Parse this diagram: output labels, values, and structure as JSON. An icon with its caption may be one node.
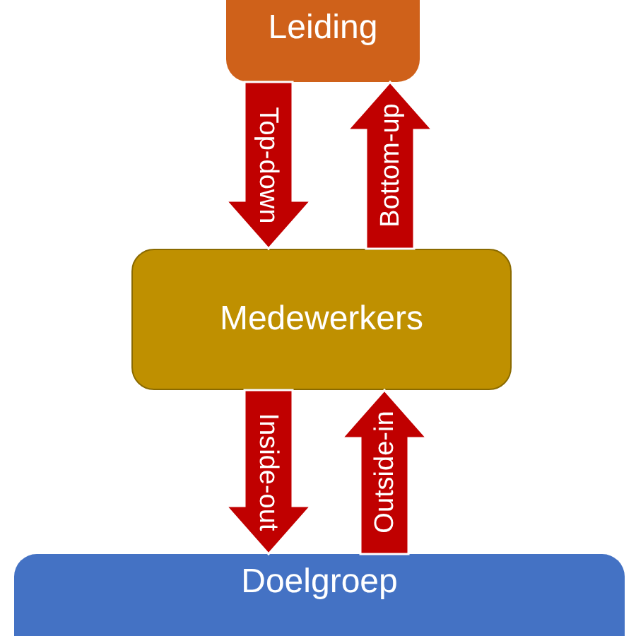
{
  "diagram": {
    "nodes": [
      {
        "text": [
          "Leiding"
        ]
      },
      {
        "text": [
          "Medewerkers"
        ]
      },
      {
        "text": [
          "Doelgroep"
        ]
      }
    ],
    "edges": [
      {
        "from": 0,
        "to": 1,
        "arrow": "to",
        "label": "Top-down"
      },
      {
        "from": 1,
        "to": 0,
        "arrow": "to",
        "label": "Bottom-up"
      },
      {
        "from": 1,
        "to": 2,
        "arrow": "to",
        "label": "Inside-out"
      },
      {
        "from": 2,
        "to": 1,
        "arrow": "to",
        "label": "Outside-in"
      }
    ]
  }
}
